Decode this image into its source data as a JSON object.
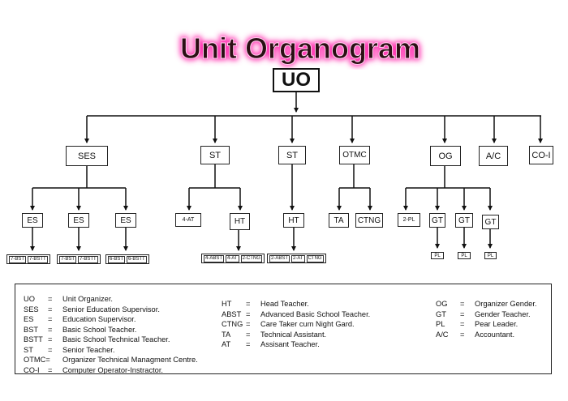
{
  "title": "Unit Organogram",
  "root": "UO",
  "level1": [
    "SES",
    "ST",
    "ST",
    "OTMC",
    "OG",
    "A/C",
    "CO-I"
  ],
  "ses_children": [
    "ES",
    "ES",
    "ES"
  ],
  "st1_children": [
    "4-AT",
    "HT"
  ],
  "st2_children": [
    "HT"
  ],
  "otmc_children": [
    "TA",
    "CTNG"
  ],
  "og_children": [
    "2-PL",
    "GT",
    "GT",
    "GT"
  ],
  "es_leaves": [
    [
      "7-BST",
      "7-BSTT"
    ],
    [
      "7-BST",
      "7-BSTT"
    ],
    [
      "6-BST",
      "6-BSTT"
    ]
  ],
  "ht1_leaves": [
    "4-ABST",
    "4-AT",
    "2-CTNG"
  ],
  "ht2_leaves": [
    "2-ABST",
    "2-AT",
    "CTNG"
  ],
  "gt_leaves": [
    "PL",
    "PL",
    "PL"
  ],
  "legend": {
    "col1": [
      {
        "abbr": "UO",
        "eq": "=",
        "def": "Unit Organizer."
      },
      {
        "abbr": "SES",
        "eq": "=",
        "def": "Senior Education Supervisor."
      },
      {
        "abbr": "ES",
        "eq": "=",
        "def": "Education Supervisor."
      },
      {
        "abbr": "BST",
        "eq": "=",
        "def": "Basic School Teacher."
      },
      {
        "abbr": "BSTT",
        "eq": "=",
        "def": "Basic School Technical Teacher."
      },
      {
        "abbr": "ST",
        "eq": "=",
        "def": "Senior Teacher."
      },
      {
        "abbr": "OTMC=",
        "eq": "",
        "def": "Organizer Technical Managment Centre."
      },
      {
        "abbr": "CO-I",
        "eq": "=",
        "def": "Computer Operator-Instractor."
      }
    ],
    "col2": [
      {
        "abbr": "HT",
        "eq": "=",
        "def": "Head Teacher."
      },
      {
        "abbr": "ABST",
        "eq": "=",
        "def": "Advanced Basic School Teacher."
      },
      {
        "abbr": "CTNG",
        "eq": "=",
        "def": "Care Taker cum Night Gard."
      },
      {
        "abbr": "TA",
        "eq": "=",
        "def": "Technical Assistant."
      },
      {
        "abbr": "AT",
        "eq": "=",
        "def": "Assisant Teacher."
      }
    ],
    "col3": [
      {
        "abbr": "OG",
        "eq": "=",
        "def": "Organizer Gender."
      },
      {
        "abbr": "GT",
        "eq": "=",
        "def": "Gender Teacher."
      },
      {
        "abbr": "PL",
        "eq": "=",
        "def": "Pear Leader."
      },
      {
        "abbr": "A/C",
        "eq": "=",
        "def": "Accountant."
      }
    ]
  },
  "colors": {
    "title_fill": "#2b0f14",
    "title_glow": "#ff3fb6",
    "line": "#111111"
  }
}
